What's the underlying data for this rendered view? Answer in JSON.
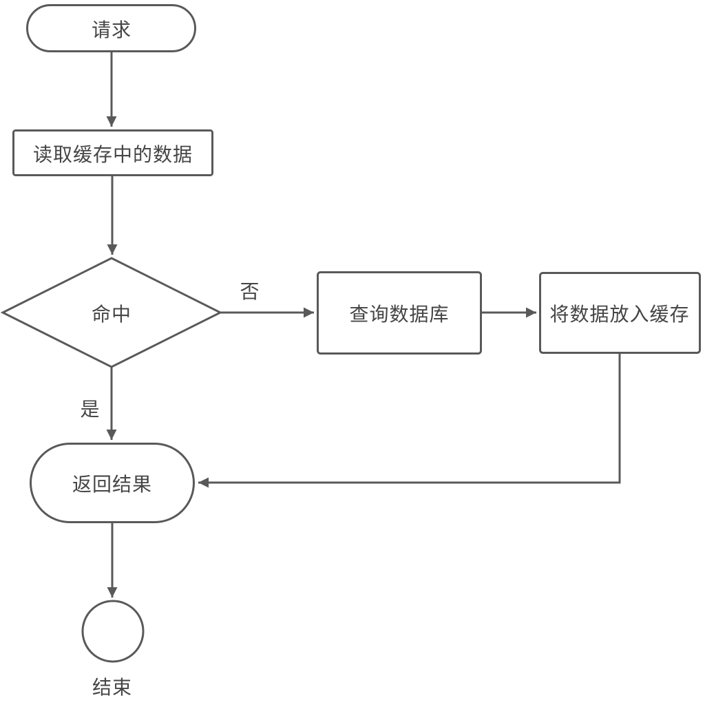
{
  "colors": {
    "stroke": "#595959",
    "text": "#454545",
    "background": "#ffffff"
  },
  "flowchart": {
    "nodes": {
      "start": {
        "label": "请求",
        "shape": "stadium"
      },
      "read_cache": {
        "label": "读取缓存中的数据",
        "shape": "rectangle"
      },
      "hit_decision": {
        "label": "命中",
        "shape": "diamond"
      },
      "query_db": {
        "label": "查询数据库",
        "shape": "rectangle"
      },
      "put_cache": {
        "label": "将数据放入缓存",
        "shape": "rectangle"
      },
      "return_result": {
        "label": "返回结果",
        "shape": "stadium"
      },
      "end": {
        "label": "结束",
        "shape": "circle"
      }
    },
    "edges": [
      {
        "from": "start",
        "to": "read_cache",
        "label": ""
      },
      {
        "from": "read_cache",
        "to": "hit_decision",
        "label": ""
      },
      {
        "from": "hit_decision",
        "to": "query_db",
        "label": "否"
      },
      {
        "from": "query_db",
        "to": "put_cache",
        "label": ""
      },
      {
        "from": "hit_decision",
        "to": "return_result",
        "label": "是"
      },
      {
        "from": "put_cache",
        "to": "return_result",
        "label": ""
      },
      {
        "from": "return_result",
        "to": "end",
        "label": ""
      }
    ]
  }
}
